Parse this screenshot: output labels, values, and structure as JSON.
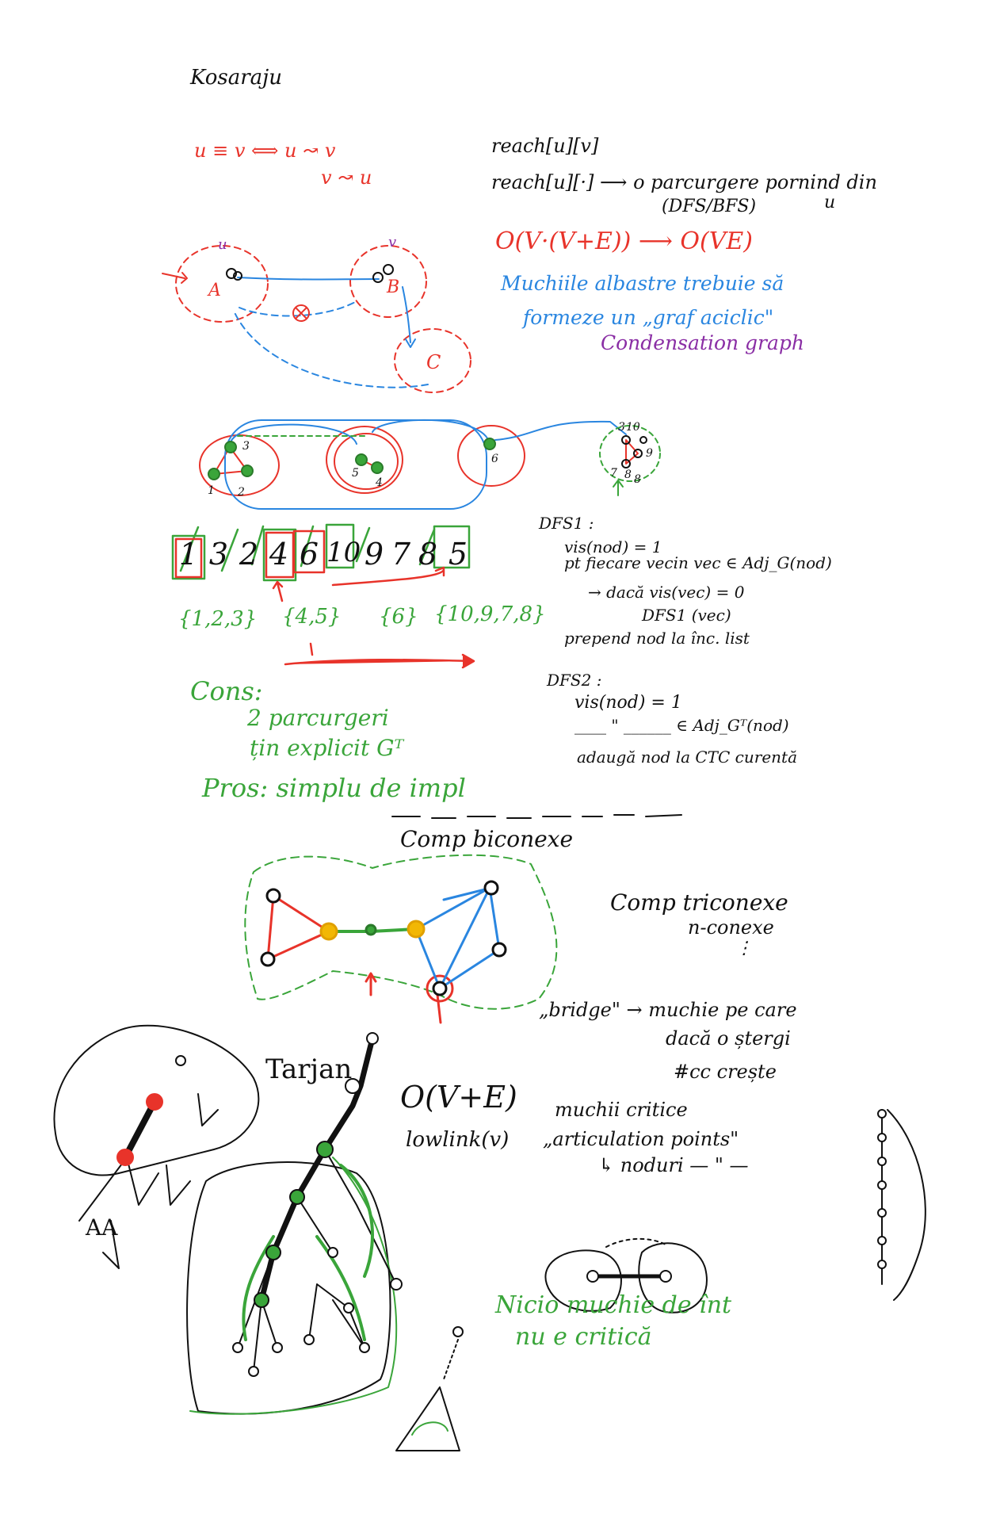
{
  "colors": {
    "ink": "#111111",
    "red": "#e8332a",
    "blue": "#2a86e0",
    "green": "#3aa53a",
    "purple": "#8a2ea5",
    "yellow": "#f2b705"
  },
  "kosaraju": {
    "title": "Kosaraju",
    "eq1": "u ≡ v  ⟺  u ↝ v",
    "eq2": "v ↝ u",
    "reach1": "reach[u][v]",
    "reach2": "reach[u][·] ⟶ o parcurgere pornind din",
    "reach3": "(DFS/BFS)",
    "reach3u": "u",
    "complexity": "O(V·(V+E)) ⟶ O(VE)",
    "blue1": "Muchiile albastre trebuie să",
    "blue2": "formeze un „graf aciclic\"",
    "cond": "Condensation graph",
    "labelA": "A",
    "labelB": "B",
    "labelC": "C",
    "labelU": "u",
    "labelV": "v"
  },
  "stack": {
    "items": [
      "1",
      "3",
      "2",
      "4",
      "6",
      "10",
      "9",
      "7",
      "8",
      "5"
    ],
    "groups": [
      "{1,2,3}",
      "{4,5}",
      "{6}",
      "{10,9,7,8}"
    ],
    "graph_labels": [
      "3",
      "1",
      "2",
      "5",
      "4",
      "6",
      "10",
      "8",
      "7",
      "9",
      "3",
      "8"
    ]
  },
  "cons": {
    "cons_title": "Cons:",
    "cons1": "2 parcurgeri",
    "cons2": "țin explicit  Gᵀ",
    "pros": "Pros:  simplu de impl"
  },
  "dfs": {
    "dfs1_title": "DFS1 :",
    "l1": "vis(nod) = 1",
    "l2": "pt fiecare vecin vec ∈ Adj_G(nod)",
    "l3": "→ dacă  vis(vec) = 0",
    "l4": "DFS1 (vec)",
    "l5": "prepend nod la înc. list",
    "dfs2_title": "DFS2 :",
    "l6": "vis(nod) = 1",
    "l7": "____ \" ______ ∈ Adj_Gᵀ(nod)",
    "l8": "adaugă nod la CTC curentă"
  },
  "biconnected": {
    "title": "Comp  biconexe",
    "tri1": "Comp  triconexe",
    "tri2": "n-conexe",
    "tri3": "⋮",
    "bridge1": "„bridge\" → muchie pe care",
    "bridge2": "dacă  o ștergi",
    "bridge3": "#cc  crește",
    "crit": "muchii critice",
    "artic": "„articulation points\"",
    "noduri": "↳ noduri  — \" —",
    "tarjan": "Tarjan",
    "tarjan_o": "O(V+E)",
    "lowlink": "lowlink(v)",
    "nicio1": "Nicio  muchie  de  înt",
    "nicio2": "nu  e  critică",
    "aa": "AA"
  }
}
